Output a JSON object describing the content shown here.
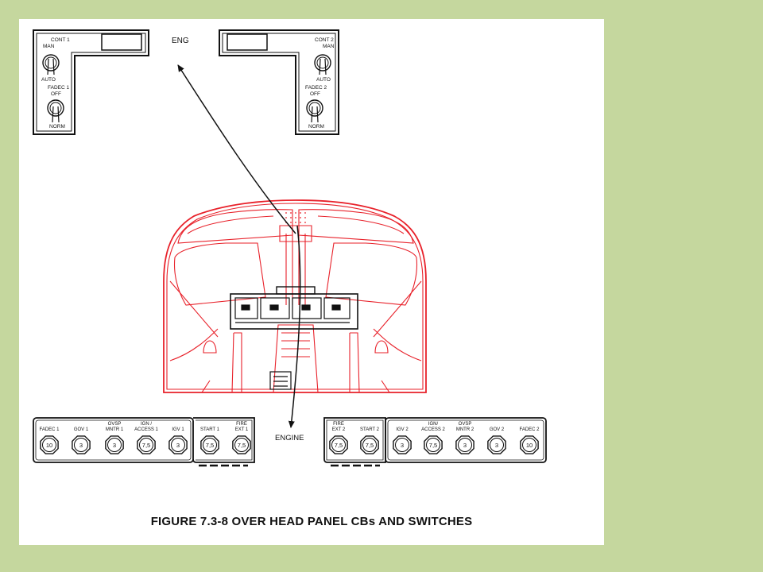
{
  "figure": {
    "caption": "FIGURE 7.3-8  OVER HEAD PANEL CBs AND SWITCHES",
    "callouts": {
      "eng": "ENG",
      "engine": "ENGINE"
    },
    "switch_panel_1": {
      "cont_label": "CONT  1",
      "man_label": "MAN",
      "auto_label": "AUTO",
      "fadec_label": "FADEC  1",
      "off_label": "OFF",
      "norm_label": "NORM"
    },
    "switch_panel_2": {
      "cont_label": "CONT  2",
      "man_label": "MAN",
      "auto_label": "AUTO",
      "fadec_label": "FADEC  2",
      "off_label": "OFF",
      "norm_label": "NORM"
    },
    "cb_panel_left": {
      "group_a": [
        {
          "label1": "FADEC 1",
          "label2": "",
          "rating": "10"
        },
        {
          "label1": "GOV  1",
          "label2": "",
          "rating": "3"
        },
        {
          "label1": "OVSP",
          "label2": "MNTR 1",
          "rating": "3"
        },
        {
          "label1": "IGN  /",
          "label2": "ACCESS 1",
          "rating": "7,5"
        },
        {
          "label1": "IGV 1",
          "label2": "",
          "rating": "3"
        }
      ],
      "group_b": [
        {
          "label1": "START 1",
          "label2": "",
          "rating": "7,5"
        },
        {
          "label1": "FIRE",
          "label2": "EXT 1",
          "rating": "7,5"
        }
      ]
    },
    "cb_panel_right": {
      "group_a": [
        {
          "label1": "FIRE",
          "label2": "EXT 2",
          "rating": "7,5"
        },
        {
          "label1": "START 2",
          "label2": "",
          "rating": "7,5"
        }
      ],
      "group_b": [
        {
          "label1": "IGV 2",
          "label2": "",
          "rating": "3"
        },
        {
          "label1": "IGN/",
          "label2": "ACCESS 2",
          "rating": "7,5"
        },
        {
          "label1": "OVSP",
          "label2": "MNTR 2",
          "rating": "3"
        },
        {
          "label1": "GOV  2",
          "label2": "",
          "rating": "3"
        },
        {
          "label1": "FADEC  2",
          "label2": "",
          "rating": "10"
        }
      ]
    },
    "colors": {
      "cockpit_outline": "#e8212a",
      "linework": "#111111",
      "page_background": "#c5d79e",
      "sheet_background": "#ffffff"
    }
  }
}
